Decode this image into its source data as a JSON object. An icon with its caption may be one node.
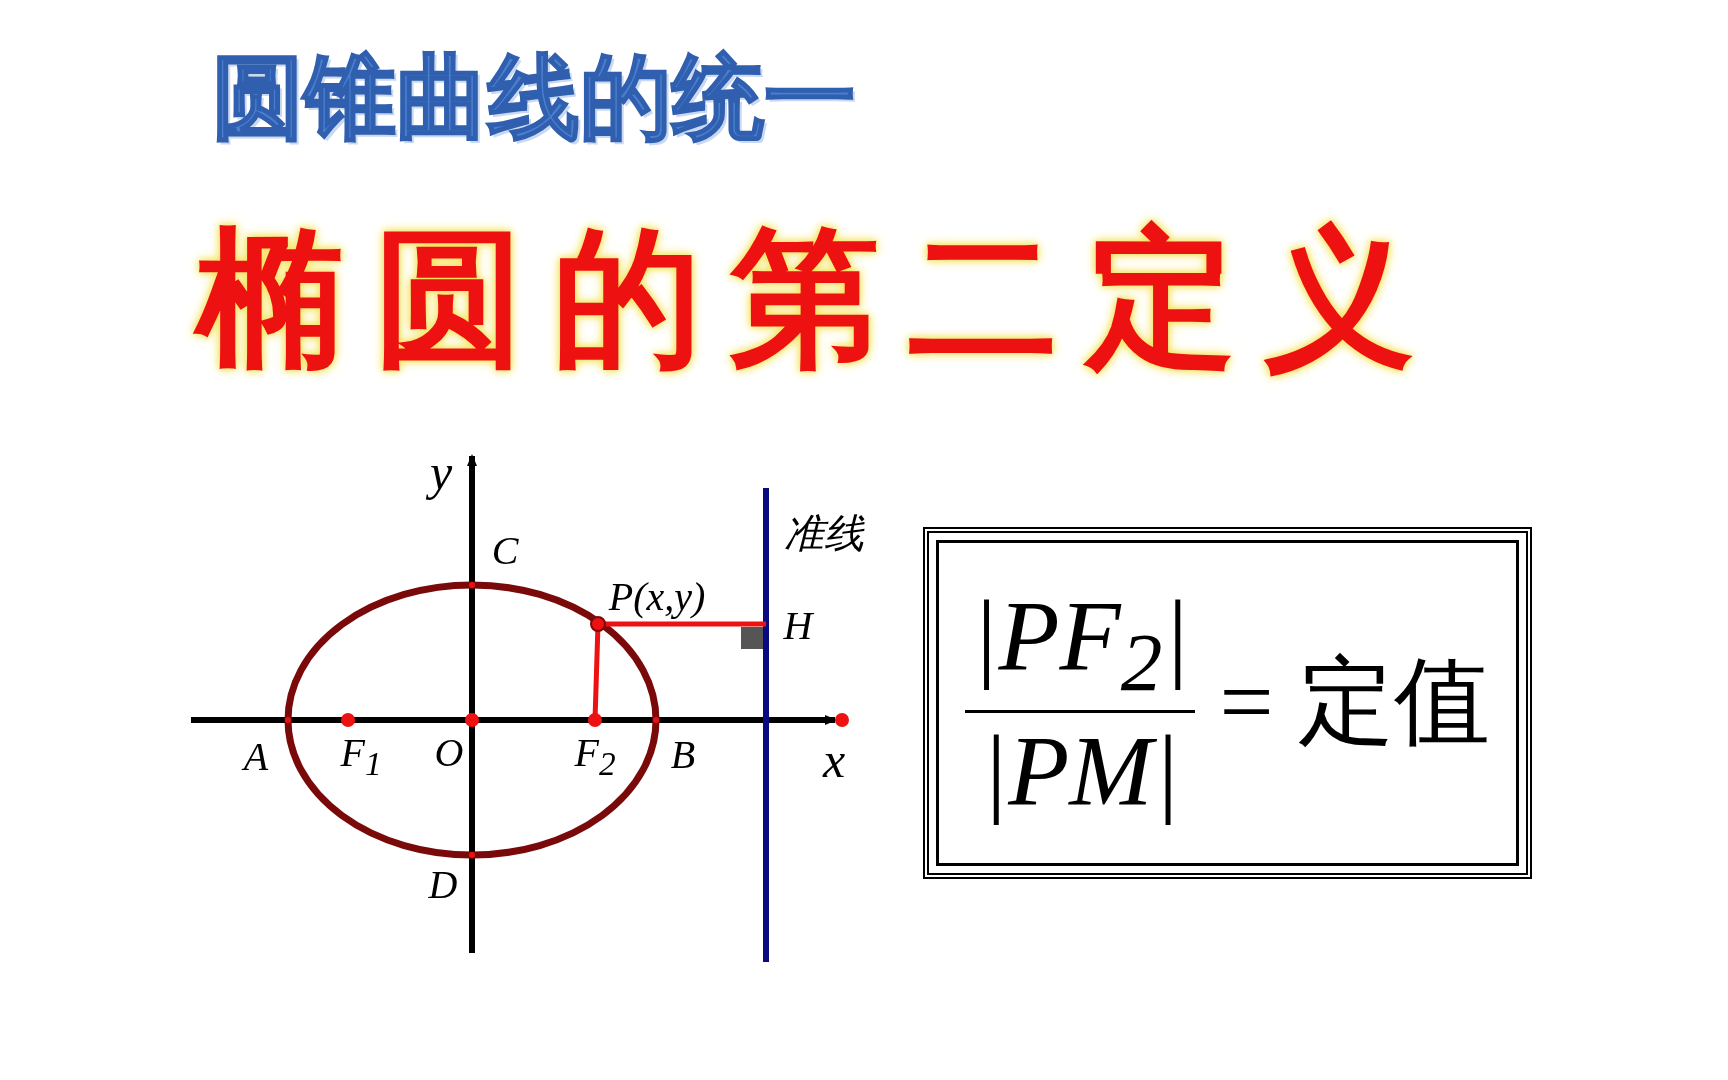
{
  "diagram": {
    "title": "圆锥曲线的统一",
    "nodes": [
      {
        "text": [
          "|PF$_{2}$|",
          "|PM|",
          "= 定值"
        ]
      }
    ],
    "edges": [],
    "labels": [
      "椭圆的第二定义",
      "y",
      "C",
      "准线",
      "P(x,y)",
      "H",
      "A",
      "F$_{1}$",
      "O",
      "F$_{2}$",
      "B",
      "x",
      "D"
    ]
  }
}
